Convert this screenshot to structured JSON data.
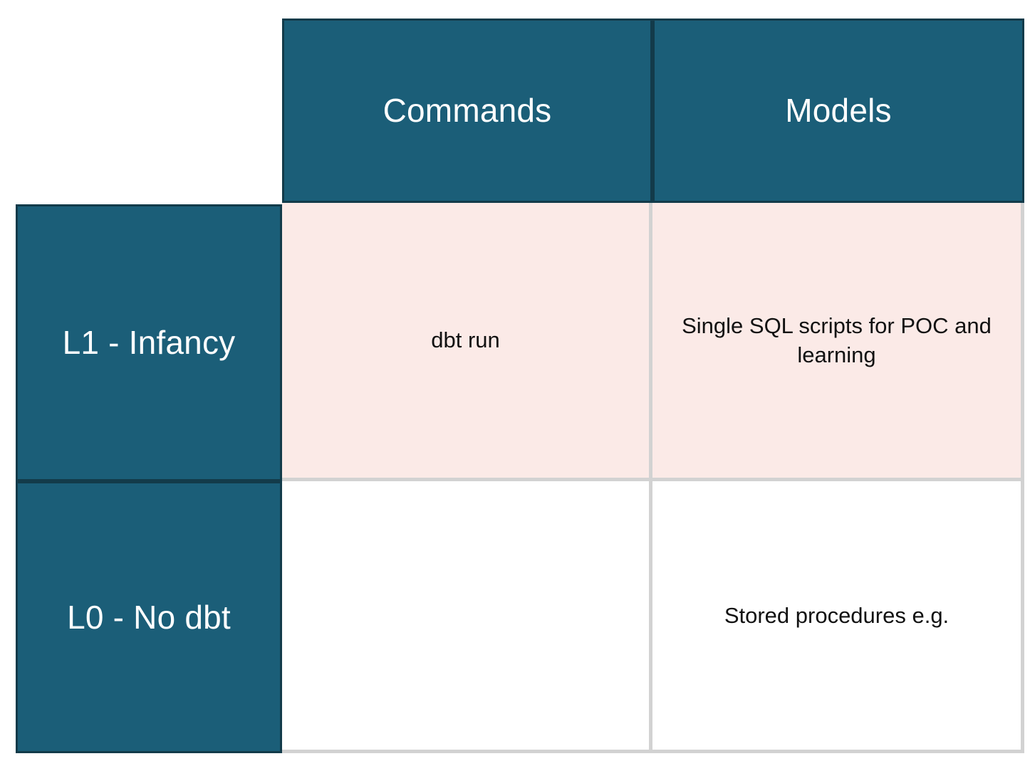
{
  "table": {
    "corner_label": "",
    "columns": [
      {
        "label": "Commands"
      },
      {
        "label": "Models"
      }
    ],
    "rows": [
      {
        "header": "L1 - Infancy",
        "cells": [
          "dbt run",
          "Single SQL scripts for POC and learning"
        ]
      },
      {
        "header": "L0 - No dbt",
        "cells": [
          "",
          "Stored procedures e.g."
        ]
      }
    ]
  },
  "colors": {
    "header_fill": "#1b5e78",
    "header_border": "#133b4a",
    "header_text": "#ffffff",
    "row1_body_fill": "#fbeae7",
    "row0_body_fill": "#ffffff",
    "grid_line": "#d2d2d2",
    "body_text": "#111111",
    "page_background": "#ffffff"
  }
}
